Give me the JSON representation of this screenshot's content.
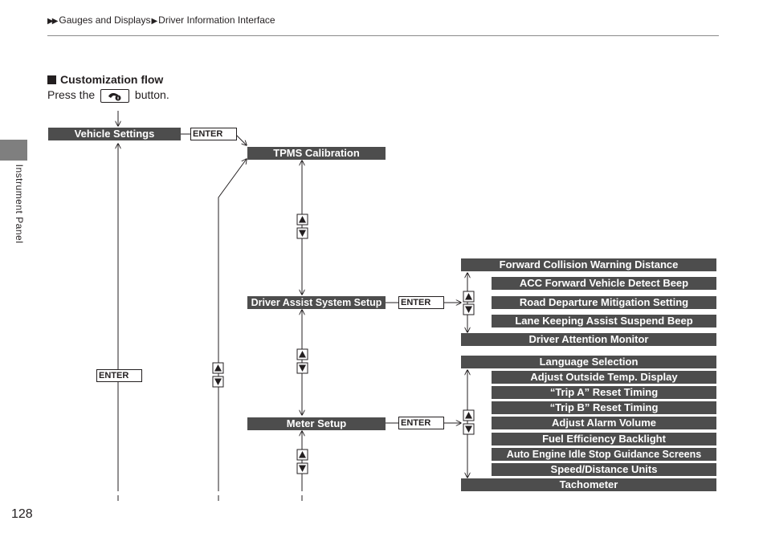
{
  "breadcrumb": {
    "items": [
      "Gauges and Displays",
      "Driver Information Interface"
    ]
  },
  "section": {
    "heading": "Customization flow",
    "instruction_before": "Press the",
    "instruction_after": "button."
  },
  "side_label": "Instrument Panel",
  "page_number": "128",
  "enter_label": "ENTER",
  "nodes": {
    "vehicle_settings": "Vehicle Settings",
    "tpms_calibration": "TPMS Calibration",
    "driver_assist": "Driver Assist System Setup",
    "meter_setup": "Meter Setup"
  },
  "driver_assist_items": [
    "Forward Collision Warning Distance",
    "ACC Forward Vehicle Detect Beep",
    "Road Departure Mitigation Setting",
    "Lane Keeping Assist Suspend Beep",
    "Driver Attention Monitor"
  ],
  "meter_items": [
    "Language Selection",
    "Adjust Outside Temp. Display",
    "“Trip A” Reset Timing",
    "“Trip B” Reset Timing",
    "Adjust Alarm Volume",
    "Fuel Efficiency Backlight",
    "Auto Engine Idle Stop Guidance Screens",
    "Speed/Distance Units",
    "Tachometer"
  ],
  "colors": {
    "box_fill": "#4d4d4d",
    "text": "#231f20",
    "tab_fill": "#7f7f7f"
  },
  "icons": [
    "up-triangle-icon",
    "down-triangle-icon",
    "info-button-icon"
  ]
}
